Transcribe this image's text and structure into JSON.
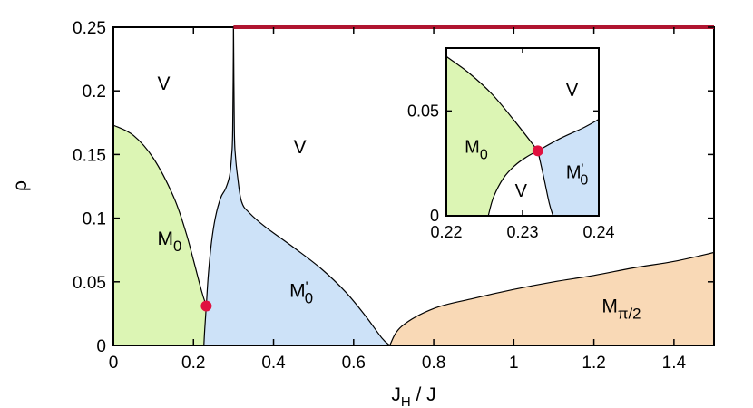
{
  "chart_data": {
    "type": "area",
    "xlabel": "J_H / J",
    "ylabel": "ρ",
    "xlim": [
      0,
      1.5
    ],
    "ylim": [
      0,
      0.25
    ],
    "x_ticks": [
      "0",
      "0.2",
      "0.4",
      "0.6",
      "0.8",
      "1",
      "1.2",
      "1.4"
    ],
    "y_ticks": [
      "0",
      "0.05",
      "0.1",
      "0.15",
      "0.2",
      "0.25"
    ],
    "colors": {
      "M0": "#dcf5b4",
      "M0_prime": "#cde2f8",
      "Mpi2": "#f9d9b6",
      "boundary": "#000000",
      "top_line": "#b01530",
      "critical_point": "#e0123f"
    },
    "regions": [
      {
        "name": "M0",
        "label_main": "M",
        "label_sub": "0",
        "x": 0.11,
        "y": 0.079
      },
      {
        "name": "M0_prime",
        "label_main": "M",
        "label_prime": "'",
        "label_sub": "0",
        "x": 0.44,
        "y": 0.038
      },
      {
        "name": "Mpi2",
        "label_main": "M",
        "label_sub": "π/2",
        "x": 1.22,
        "y": 0.026
      },
      {
        "name": "V_left",
        "label_main": "V",
        "x": 0.11,
        "y": 0.201
      },
      {
        "name": "V_right",
        "label_main": "V",
        "x": 0.45,
        "y": 0.151
      }
    ],
    "series": [
      {
        "name": "M0_boundary",
        "x": [
          0,
          0.05,
          0.1,
          0.15,
          0.18,
          0.2,
          0.22,
          0.232
        ],
        "y": [
          0.173,
          0.165,
          0.147,
          0.117,
          0.09,
          0.067,
          0.043,
          0.031
        ]
      },
      {
        "name": "M0prime_left_boundary",
        "x": [
          0.226,
          0.228,
          0.232,
          0.237,
          0.245,
          0.255,
          0.268,
          0.28,
          0.29,
          0.295,
          0.298,
          0.3
        ],
        "y": [
          0,
          0.012,
          0.031,
          0.055,
          0.081,
          0.101,
          0.116,
          0.123,
          0.133,
          0.148,
          0.17,
          0.25
        ]
      },
      {
        "name": "M0prime_right_boundary",
        "x": [
          0.3,
          0.302,
          0.305,
          0.31,
          0.32,
          0.34,
          0.38,
          0.45,
          0.52,
          0.58,
          0.63,
          0.67,
          0.69
        ],
        "y": [
          0.25,
          0.17,
          0.148,
          0.133,
          0.113,
          0.104,
          0.093,
          0.077,
          0.06,
          0.042,
          0.023,
          0.006,
          0
        ]
      },
      {
        "name": "Mpi2_boundary",
        "x": [
          0.69,
          0.72,
          0.8,
          0.9,
          1.0,
          1.1,
          1.2,
          1.3,
          1.4,
          1.5
        ],
        "y": [
          0,
          0.015,
          0.029,
          0.037,
          0.044,
          0.05,
          0.055,
          0.061,
          0.066,
          0.073
        ]
      },
      {
        "name": "top_line",
        "x": [
          0.3,
          1.5
        ],
        "y": [
          0.25,
          0.25
        ]
      }
    ],
    "critical_point": {
      "x": 0.232,
      "y": 0.031
    },
    "inset": {
      "xlim": [
        0.22,
        0.24
      ],
      "ylim": [
        0,
        0.08
      ],
      "x_ticks": [
        "0.22",
        "0.23",
        "0.24"
      ],
      "y_ticks": [
        "0",
        "0.05"
      ],
      "regions": [
        {
          "name": "M0",
          "label_main": "M",
          "label_sub": "0",
          "x": 0.2224,
          "y": 0.03
        },
        {
          "name": "V_upper",
          "label_main": "V",
          "x": 0.2357,
          "y": 0.057
        },
        {
          "name": "V_lower",
          "label_main": "V",
          "x": 0.229,
          "y": 0.009
        },
        {
          "name": "M0_prime",
          "label_main": "M",
          "label_prime": "'",
          "label_sub": "0",
          "x": 0.2357,
          "y": 0.018
        }
      ],
      "series": [
        {
          "name": "M0_boundary",
          "x": [
            0.22,
            0.223,
            0.226,
            0.229,
            0.232
          ],
          "y": [
            0.076,
            0.068,
            0.058,
            0.045,
            0.031
          ]
        },
        {
          "name": "lower_boundary",
          "x": [
            0.2255,
            0.2262,
            0.2275,
            0.229,
            0.2305,
            0.232
          ],
          "y": [
            0,
            0.009,
            0.018,
            0.024,
            0.028,
            0.031
          ]
        },
        {
          "name": "upper_boundary",
          "x": [
            0.232,
            0.235,
            0.238,
            0.24
          ],
          "y": [
            0.031,
            0.037,
            0.042,
            0.046
          ]
        },
        {
          "name": "right_boundary",
          "x": [
            0.232,
            0.2328,
            0.2335,
            0.234
          ],
          "y": [
            0.031,
            0.018,
            0.006,
            0
          ]
        }
      ],
      "critical_point": {
        "x": 0.232,
        "y": 0.031
      }
    }
  }
}
